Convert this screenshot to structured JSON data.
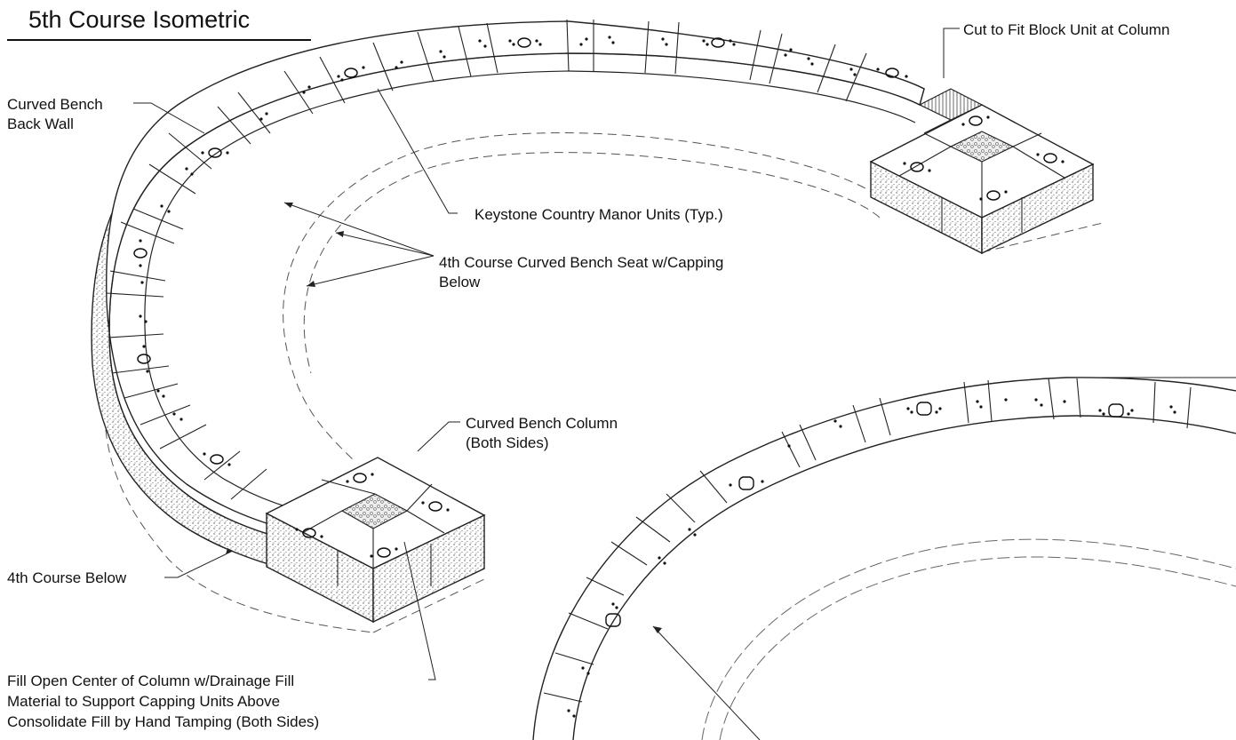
{
  "title": "5th Course Isometric",
  "callouts": {
    "back_wall": [
      "Curved Bench",
      "Back Wall"
    ],
    "cut_to_fit": "Cut to Fit Block Unit at Column",
    "keystone_units": "Keystone Country Manor Units (Typ.)",
    "seat_capping": [
      "4th Course Curved Bench Seat w/Capping",
      "Below"
    ],
    "column": [
      "Curved Bench Column",
      "(Both Sides)"
    ],
    "fourth_course": "4th Course Below",
    "fill_note": [
      "Fill Open Center of Column w/Drainage Fill",
      "Material to Support Capping Units Above",
      "Consolidate Fill by Hand Tamping (Both Sides)"
    ]
  },
  "colors": {
    "line": "#222222",
    "hatch": "#777777",
    "dash": "#555555"
  },
  "block_symbols": [
    "dot-cluster",
    "oval-core"
  ]
}
